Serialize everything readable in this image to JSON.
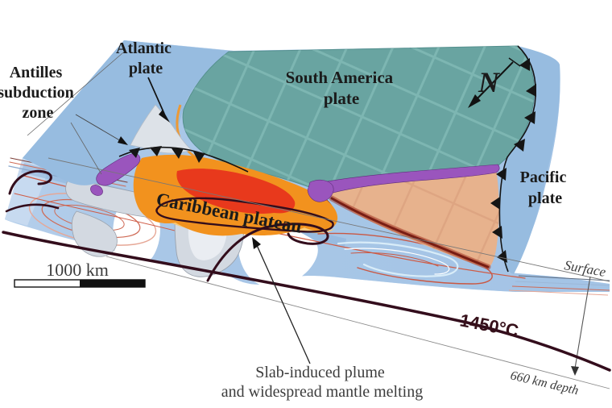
{
  "labels": {
    "antilles": {
      "l1": "Antilles",
      "l2": "subduction",
      "l3": "zone"
    },
    "atlantic": {
      "l1": "Atlantic",
      "l2": "plate"
    },
    "south_america": {
      "l1": "South America",
      "l2": "plate"
    },
    "pacific": {
      "l1": "Pacific",
      "l2": "plate"
    },
    "caribbean_plateau": "Caribbean plateau",
    "plume": {
      "l1": "Slab-induced plume",
      "l2": "and widespread mantle melting"
    },
    "surface": "Surface",
    "isotherm": "1450°C",
    "depth": "660 km depth",
    "scale": "1000 km",
    "north": "N"
  },
  "colors": {
    "south_america_plate": "#69a4a1",
    "oceanic_plate": "#97bce0",
    "mantle_face": "#a9c7e7",
    "plateau_orange": "#f2921e",
    "plateau_core_red": "#e8391c",
    "caribbean_tan": "#e7b28d",
    "arc_purple": "#9a55bd",
    "slab_gray": "#d3d9e1",
    "isotherm_dark": "#330d1c",
    "contour_red": "#c95843",
    "trench_black": "#151515"
  }
}
